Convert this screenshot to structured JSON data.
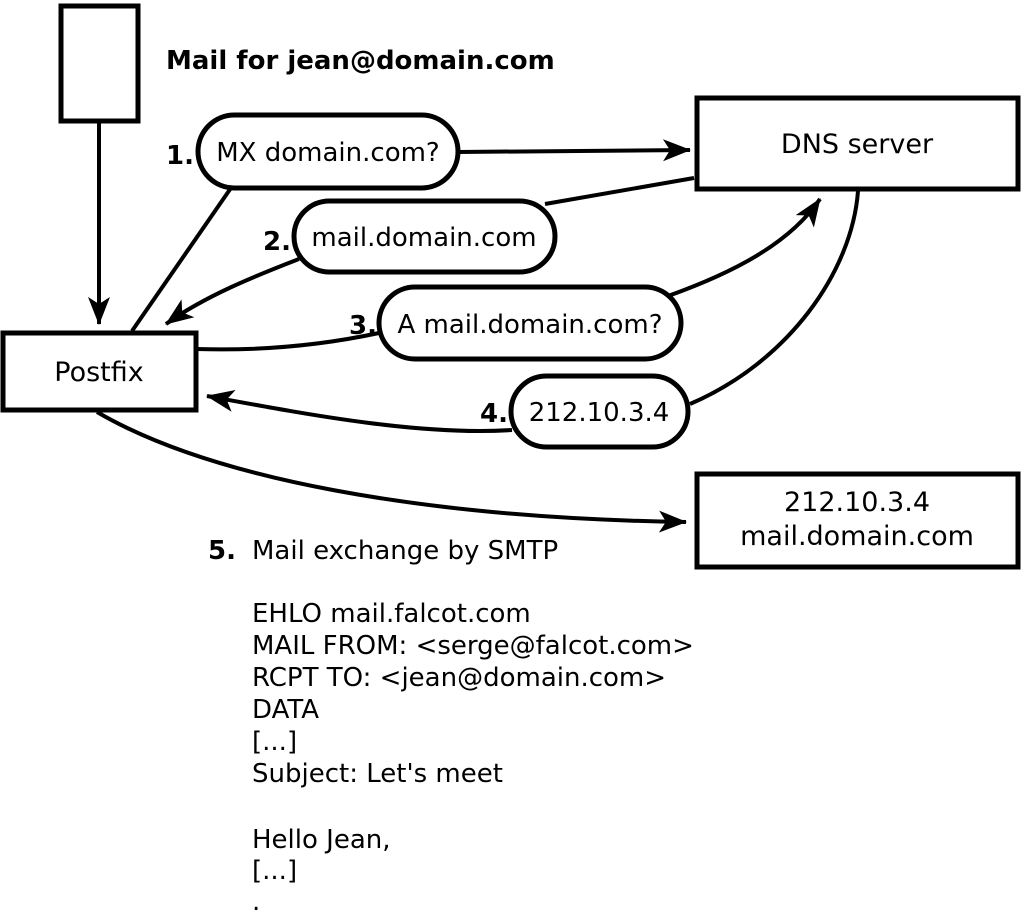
{
  "diagram": {
    "title_note": "Mail for jean@domain.com",
    "colors": {
      "stroke": "#000000",
      "background": "#ffffff",
      "node_fill": "#ffffff"
    },
    "nodes": {
      "postfix": "Postfix",
      "dns_server": "DNS server",
      "mail_server_line1": "212.10.3.4",
      "mail_server_line2": "mail.domain.com"
    },
    "steps": [
      {
        "num": "1.",
        "label": "MX domain.com?"
      },
      {
        "num": "2.",
        "label": "mail.domain.com"
      },
      {
        "num": "3.",
        "label": "A mail.domain.com?"
      },
      {
        "num": "4.",
        "label": "212.10.3.4"
      },
      {
        "num": "5.",
        "label": "Mail exchange by SMTP"
      }
    ],
    "smtp_session": [
      "EHLO mail.falcot.com",
      "MAIL FROM: <serge@falcot.com>",
      "RCPT TO: <jean@domain.com>",
      "DATA",
      "[...]",
      "Subject: Let's meet",
      "",
      "Hello Jean,",
      "[...]",
      "."
    ]
  }
}
